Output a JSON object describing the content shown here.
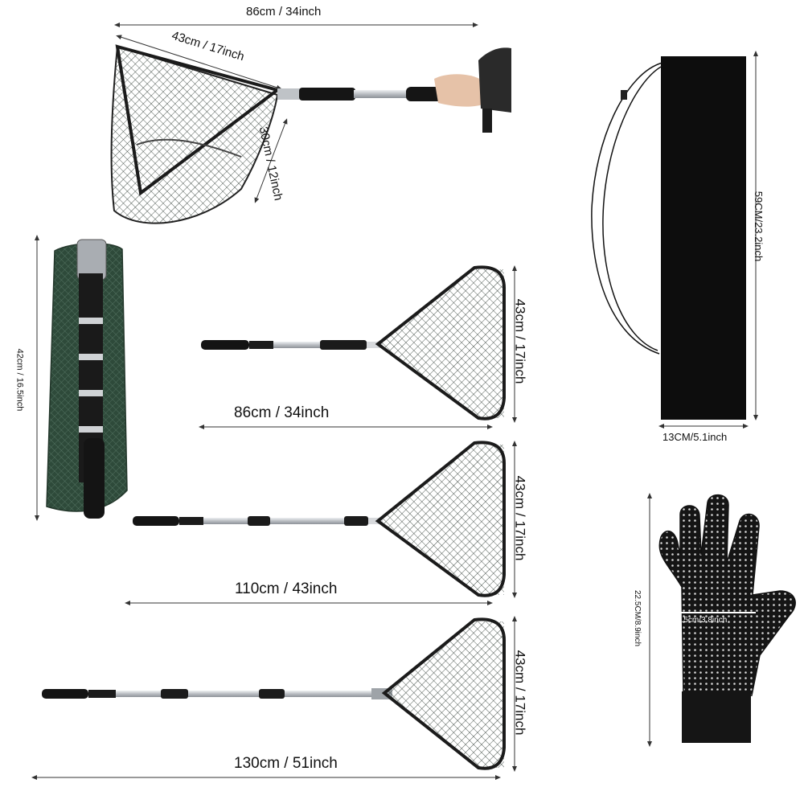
{
  "dimensions": {
    "top_overall": "86cm / 34inch",
    "top_hoop_width": "43cm / 17inch",
    "top_net_depth": "30cm / 12inch",
    "folded_length": "42cm / 16.5inch",
    "net1_length": "86cm / 34inch",
    "net1_hoop": "43cm / 17inch",
    "net2_length": "110cm / 43inch",
    "net2_hoop": "43cm / 17inch",
    "net3_length": "130cm / 51inch",
    "net3_hoop": "43cm / 17inch",
    "bag_length": "59CM/23.2inch",
    "bag_width": "13CM/5.1inch",
    "glove_length": "22.5CM/8.9inch",
    "glove_width": "9.5cm/3.8inch"
  },
  "colors": {
    "net": "#1f3327",
    "frame": "#1b1b1b",
    "pole": "#c9ccd0",
    "grip": "#141414",
    "bag": "#0d0d0d",
    "glove": "#151515",
    "dots": "#d9d9d9"
  },
  "icons": [
    "landing-net",
    "folded-net",
    "drawstring-bag",
    "grip-glove",
    "hand"
  ]
}
